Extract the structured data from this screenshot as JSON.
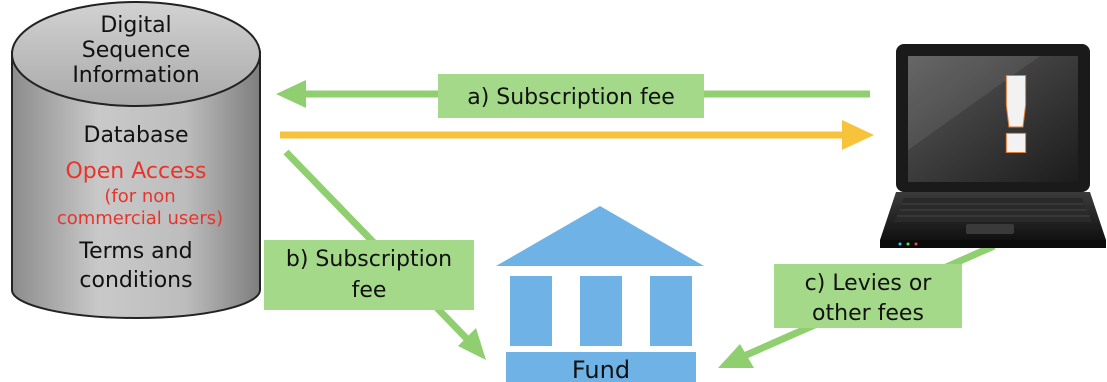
{
  "database": {
    "header_lines": [
      "Digital",
      "Sequence",
      "Information"
    ],
    "database_label": "Database",
    "open_access": "Open Access",
    "open_access_note_lines": [
      "(for non",
      "commercial users)"
    ],
    "terms_lines": [
      "Terms and",
      "conditions"
    ]
  },
  "flows": {
    "a_label": "a) Subscription fee",
    "b_label_lines": [
      "b) Subscription",
      "fee"
    ],
    "c_label_lines": [
      "c) Levies or",
      "other fees"
    ]
  },
  "fund": {
    "label": "Fund"
  },
  "laptop": {
    "screen_symbol": "!"
  },
  "colors": {
    "arrow_green": "#8fcf6f",
    "label_box_green": "#a4d98a",
    "data_flow_yellow": "#f6c33a",
    "open_access_red": "#e8342b",
    "fund_blue": "#6fb3e6",
    "cylinder_gray": "#b5b5b5"
  }
}
